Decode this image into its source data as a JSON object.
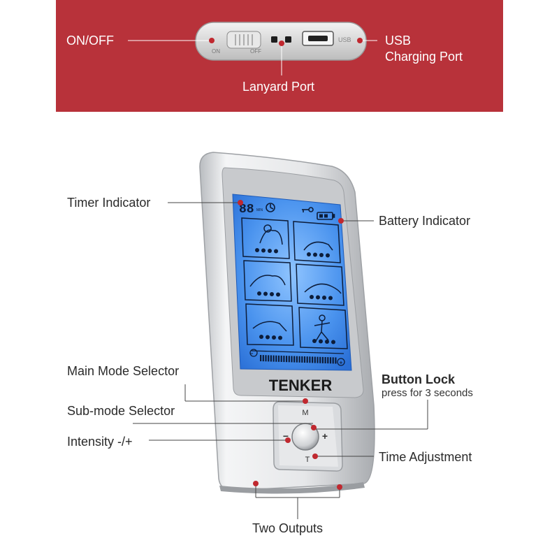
{
  "top_panel": {
    "on_off": "ON/OFF",
    "usb_line1": "USB",
    "usb_line2": "Charging Port",
    "lanyard": "Lanyard Port",
    "switch_on": "ON",
    "switch_off": "OFF",
    "usb_mark": "USB"
  },
  "device": {
    "brand": "TENKER",
    "timer_digits": "88",
    "timer_unit": "MIN",
    "button_m": "M",
    "button_minus": "−",
    "button_plus": "+",
    "button_t": "T",
    "bar_minus": "−",
    "bar_plus": "+"
  },
  "callouts": {
    "timer": "Timer Indicator",
    "battery": "Battery Indicator",
    "main_mode": "Main Mode Selector",
    "button_lock": "Button Lock",
    "button_lock_hint": "press for 3 seconds",
    "sub_mode": "Sub-mode Selector",
    "intensity": "Intensity -/+",
    "time_adjust": "Time Adjustment",
    "outputs": "Two Outputs"
  },
  "colors": {
    "banner": "#b8323a",
    "accent_dot": "#c0282f",
    "lcd": "#2f7fe0"
  }
}
